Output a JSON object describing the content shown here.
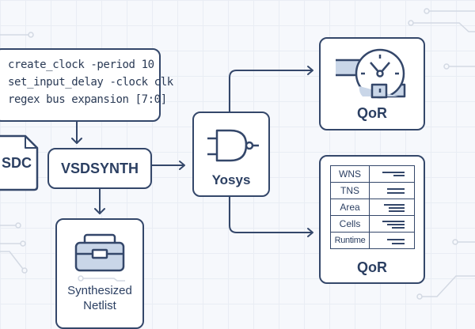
{
  "constraints": {
    "lines": [
      "create_clock -period 10",
      "set_input_delay -clock clk",
      "regex bus expansion  [7:0]"
    ]
  },
  "sdc_file": {
    "label": "SDC",
    "icon": "document-icon"
  },
  "vsdsynth": {
    "label": "VSDSYNTH"
  },
  "netlist": {
    "label_line1": "Synthesized",
    "label_line2": "Netlist",
    "icon": "toolbox-icon"
  },
  "yosys": {
    "label": "Yosys",
    "icon": "and-gate-icon"
  },
  "qor_timing": {
    "label": "QoR",
    "icon": "clock-waveform-icon"
  },
  "qor_metrics": {
    "label": "QoR",
    "rows": [
      {
        "name": "WNS"
      },
      {
        "name": "TNS"
      },
      {
        "name": "Area"
      },
      {
        "name": "Cells"
      },
      {
        "name": "Runtime"
      }
    ]
  },
  "colors": {
    "stroke": "#34476a",
    "fill_accent": "#c9d6e8",
    "background": "#f6f8fc",
    "trace": "#d3d9e3"
  }
}
